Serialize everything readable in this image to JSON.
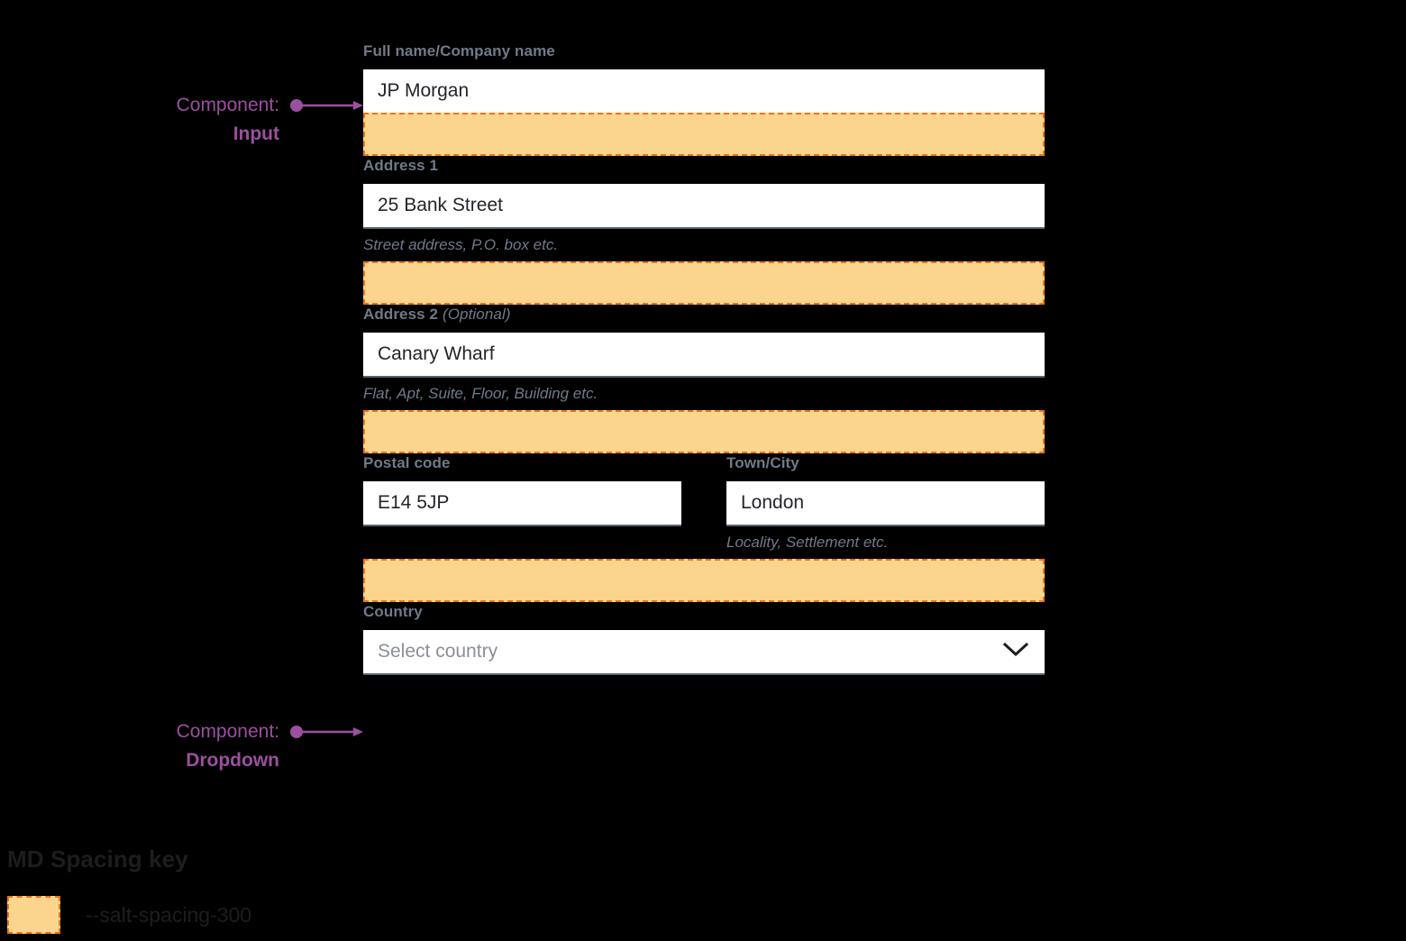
{
  "form": {
    "fields": [
      {
        "id": "full-name",
        "label": "Full name/Company name",
        "optional_suffix": "",
        "value": "JP Morgan",
        "placeholder": "",
        "helper": "",
        "type": "input"
      },
      {
        "id": "address-1",
        "label": "Address 1",
        "optional_suffix": "",
        "value": "25 Bank Street",
        "placeholder": "",
        "helper": "Street address, P.O. box etc.",
        "type": "input"
      },
      {
        "id": "address-2",
        "label": "Address 2",
        "optional_suffix": "(Optional)",
        "value": "Canary Wharf",
        "placeholder": "",
        "helper": "Flat, Apt, Suite, Floor, Building etc.",
        "type": "input"
      },
      {
        "id": "postal-code",
        "label": "Postal code",
        "optional_suffix": "",
        "value": "E14 5JP",
        "placeholder": "",
        "helper": "",
        "type": "input"
      },
      {
        "id": "town-city",
        "label": "Town/City",
        "optional_suffix": "",
        "value": "London",
        "placeholder": "",
        "helper": "Locality, Settlement etc.",
        "type": "input"
      },
      {
        "id": "country",
        "label": "Country",
        "optional_suffix": "",
        "value": "",
        "placeholder": "Select country",
        "helper": "",
        "type": "dropdown",
        "icon": "chevron-down-icon"
      }
    ]
  },
  "annotations": [
    {
      "id": "input-annotation",
      "kind": "Component:",
      "value": "Input",
      "target": "full-name"
    },
    {
      "id": "dropdown-annotation",
      "kind": "Component:",
      "value": "Dropdown",
      "target": "country"
    }
  ],
  "spacing_key": {
    "title": "MD Spacing key",
    "entries": [
      {
        "token": "--salt-spacing-300",
        "fill": "#FBD58D",
        "border": "#E8751A"
      }
    ]
  },
  "colors": {
    "background": "#000000",
    "label": "#707A89",
    "value": "#23252A",
    "placeholder": "#8B8F96",
    "input_underline": "#5A6270",
    "spacing_fill": "#FBD58D",
    "spacing_border": "#E8751A",
    "annotation": "#9C4FA0",
    "key_text": "#1D1D1D"
  }
}
